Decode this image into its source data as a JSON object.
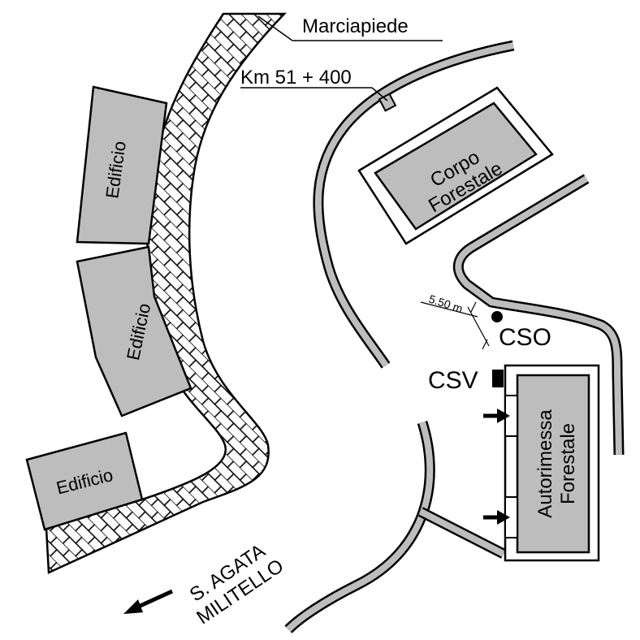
{
  "labels": {
    "sidewalk": "Marciapiede",
    "km_marker": "Km 51 + 400",
    "building": "Edificio",
    "corpo_line1": "Corpo",
    "corpo_line2": "Forestale",
    "autorimessa_line1": "Autorimessa",
    "autorimessa_line2": "Forestale",
    "cso": "CSO",
    "csv": "CSV",
    "distance": "5.50 m",
    "direction_line1": "S. AGATA",
    "direction_line2": "MILITELLO"
  },
  "colors": {
    "building_fill": "#bdbdbd",
    "road_edge_fill": "#bdbdbd",
    "outline": "#000000",
    "background": "#ffffff"
  },
  "icons": {
    "direction_arrow": "arrow-down-left-icon",
    "entrance_arrow": "arrow-right-icon",
    "cso_marker": "dot-icon",
    "csv_marker": "square-icon"
  }
}
